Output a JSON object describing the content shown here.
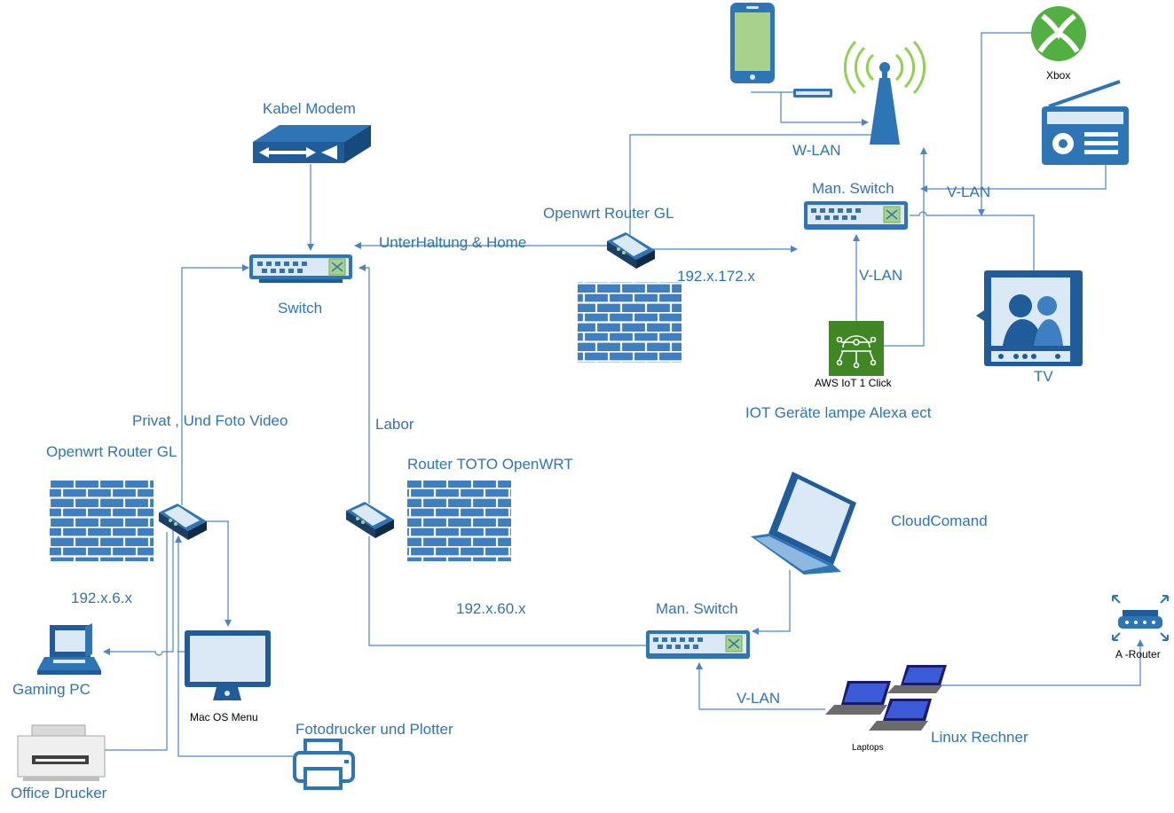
{
  "labels": {
    "kabel_modem": "Kabel Modem",
    "switch_main": "Switch",
    "unterhaltung_home": "UnterHaltung & Home",
    "openwrt_router_top": "Openwrt Router GL",
    "subnet_172": "192.x.172.x",
    "w_lan": "W-LAN",
    "man_switch_top": "Man. Switch",
    "vlan_top": "V-LAN",
    "vlan_mid": "V-LAN",
    "xbox": "Xbox",
    "tv": "TV",
    "aws_iot": "AWS IoT 1 Click",
    "iot_devices": "IOT Geräte lampe Alexa ect",
    "privat_foto": "Privat , Und Foto Video",
    "openwrt_router_left": "Openwrt Router GL",
    "subnet_6": "192.x.6.x",
    "labor": "Labor",
    "router_toto": "Router TOTO OpenWRT",
    "subnet_60": "192.x.60.x",
    "cloudcomand": "CloudComand",
    "man_switch_bottom": "Man. Switch",
    "a_router": "A -Router",
    "vlan_bottom": "V-LAN",
    "laptops": "Laptops",
    "linux_rechner": "Linux Rechner",
    "gaming_pc": "Gaming PC",
    "mac_os_menu": "Mac OS Menu",
    "fotodrucker": "Fotodrucker und Plotter",
    "office_drucker": "Office Drucker"
  },
  "colors": {
    "primary_blue": "#2e75b6",
    "line_blue": "#4a86c5",
    "firewall_blue": "#3d7fc1",
    "wifi_green": "#92d050",
    "xbox_green": "#52b043",
    "aws_green": "#3f8624"
  },
  "icons": [
    "modem-icon",
    "switch-icon",
    "router-icon",
    "firewall-icon",
    "smartphone-icon",
    "usb-stick-icon",
    "wifi-antenna-icon",
    "xbox-icon",
    "radio-icon",
    "tv-icon",
    "aws-iot-icon",
    "laptop-icon",
    "desktop-pc-icon",
    "imac-icon",
    "printer-icon",
    "office-printer-icon",
    "a-router-icon"
  ]
}
